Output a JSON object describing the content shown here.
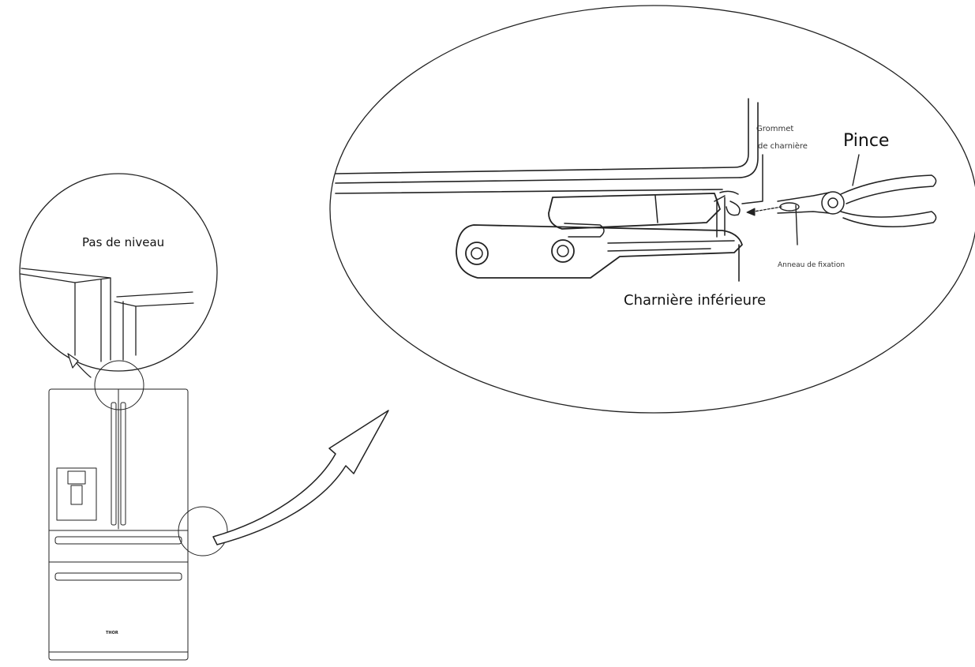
{
  "labels": {
    "pas_de_niveau": "Pas de niveau",
    "grommet_line1": "Grommet",
    "grommet_line2": "de charnière",
    "pince": "Pince",
    "anneau": "Anneau de fixation",
    "charniere_inferieure": "Charnière inférieure",
    "brand": "THOR"
  },
  "colors": {
    "stroke": "#222222",
    "background": "#ffffff"
  }
}
